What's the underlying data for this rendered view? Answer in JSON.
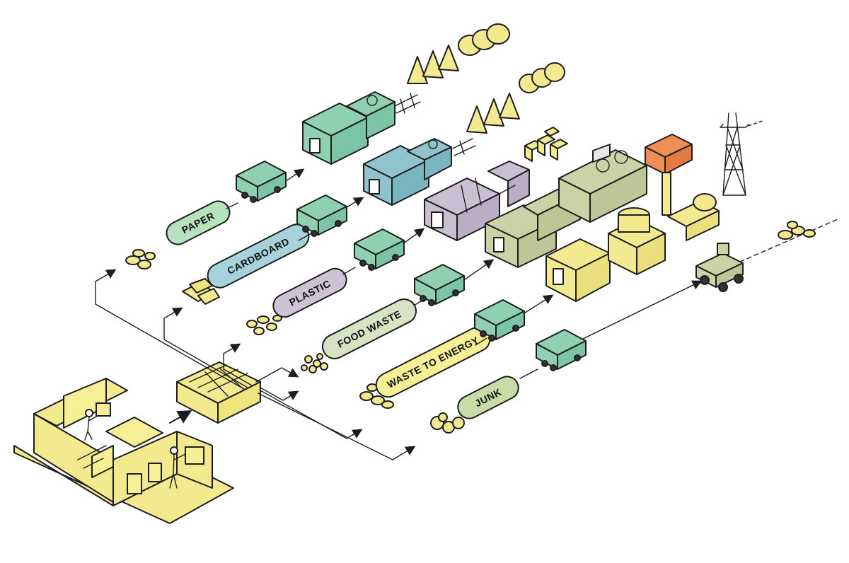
{
  "streams": [
    {
      "id": "paper",
      "label": "PAPER",
      "color": "#b8e2be"
    },
    {
      "id": "cardboard",
      "label": "CARDBOARD",
      "color": "#a6d3db"
    },
    {
      "id": "plastic",
      "label": "PLASTIC",
      "color": "#cdc3d6"
    },
    {
      "id": "food",
      "label": "FOOD WASTE",
      "color": "#d8e3c6"
    },
    {
      "id": "energy",
      "label": "WASTE TO ENERGY",
      "color": "#f6ef95"
    },
    {
      "id": "junk",
      "label": "JUNK",
      "color": "#c9dba6"
    }
  ],
  "colors": {
    "yellow": "#f3e98e",
    "truck": "#8fd0b3",
    "mint": "#8fd0b3",
    "blue": "#8fc3cd",
    "lavender": "#c9bfd3",
    "olive": "#cdd2a6",
    "orange": "#ef8e55",
    "ink": "#1d1d1d"
  }
}
